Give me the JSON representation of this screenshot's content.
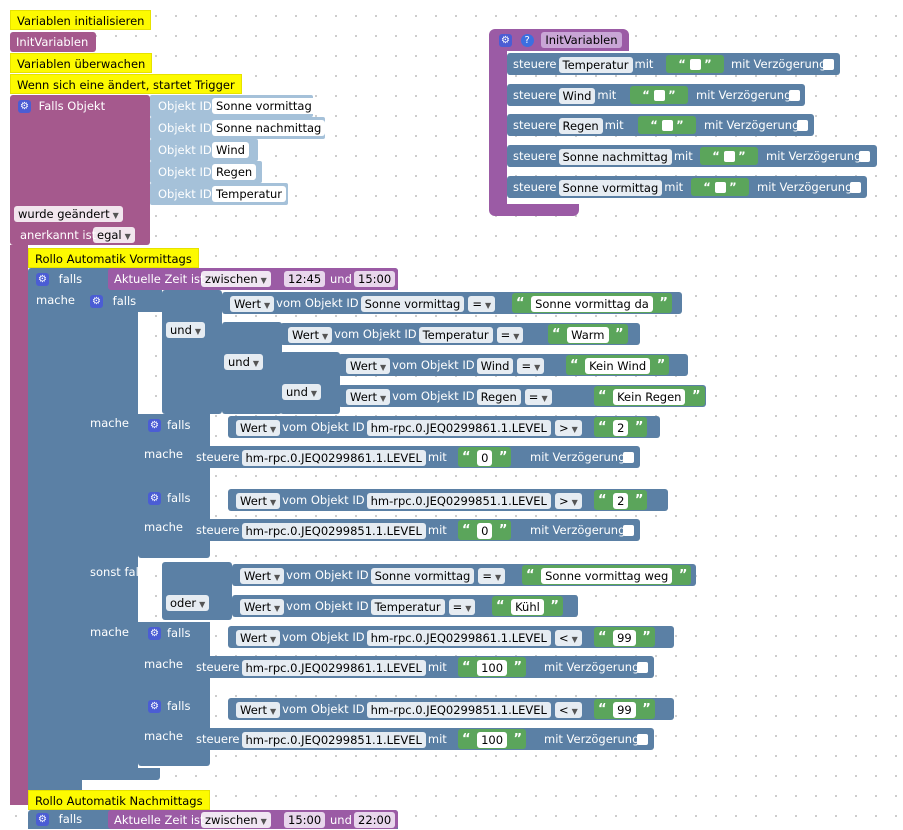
{
  "comments": {
    "init": "Variablen initialisieren",
    "watch": "Variablen überwachen",
    "trigger_note": "Wenn sich eine ändert, startet Trigger",
    "morning": "Rollo Automatik Vormittags",
    "afternoon": "Rollo Automatik Nachmittags"
  },
  "blocks": {
    "call_init": "InitVariablen",
    "trigger": {
      "label": "Falls Objekt",
      "obj_label": "Objekt ID",
      "objects": [
        "Sonne vormittag",
        "Sonne nachmittag",
        "Wind",
        "Regen",
        "Temperatur"
      ],
      "changed": "wurde geändert",
      "ack_label": "anerkannt ist",
      "ack_value": "egal"
    },
    "proc": {
      "name": "InitVariablen",
      "rows": [
        {
          "var": "Temperatur"
        },
        {
          "var": "Wind"
        },
        {
          "var": "Regen"
        },
        {
          "var": "Sonne nachmittag"
        },
        {
          "var": "Sonne vormittag"
        }
      ],
      "set_label": "steuere",
      "with_label": "mit",
      "delay_label": "mit Verzögerung"
    },
    "morning": {
      "if_label": "falls",
      "do_label": "mache",
      "time_label": "Aktuelle Zeit ist",
      "time_op": "zwischen",
      "time_from": "12:45",
      "and_label": "und",
      "time_to": "15:00",
      "inner_if": "falls",
      "and_op": "und",
      "value_label": "Wert",
      "from_obj": "vom Objekt ID",
      "eq": "=",
      "gt": ">",
      "lt": "<",
      "c1": {
        "obj": "Sonne vormittag",
        "val": "Sonne vormittag da"
      },
      "c2": {
        "obj": "Temperatur",
        "val": "Warm"
      },
      "c3": {
        "obj": "Wind",
        "val": "Kein Wind"
      },
      "c4": {
        "obj": "Regen",
        "val": "Kein Regen"
      },
      "dev1": "hm-rpc.0.JEQ0299861.1.LEVEL",
      "dev2": "hm-rpc.0.JEQ0299851.1.LEVEL",
      "v2": "2",
      "v0": "0",
      "else_if": "sonst falls",
      "or_op": "oder",
      "c5": {
        "obj": "Sonne vormittag",
        "val": "Sonne vormittag weg"
      },
      "c6": {
        "obj": "Temperatur",
        "val": "Kühl"
      },
      "v99": "99",
      "v100": "100"
    },
    "afternoon": {
      "if_label": "falls",
      "time_label": "Aktuelle Zeit ist",
      "time_op": "zwischen",
      "time_from": "15:00",
      "and_label": "und",
      "time_to": "22:00"
    }
  }
}
